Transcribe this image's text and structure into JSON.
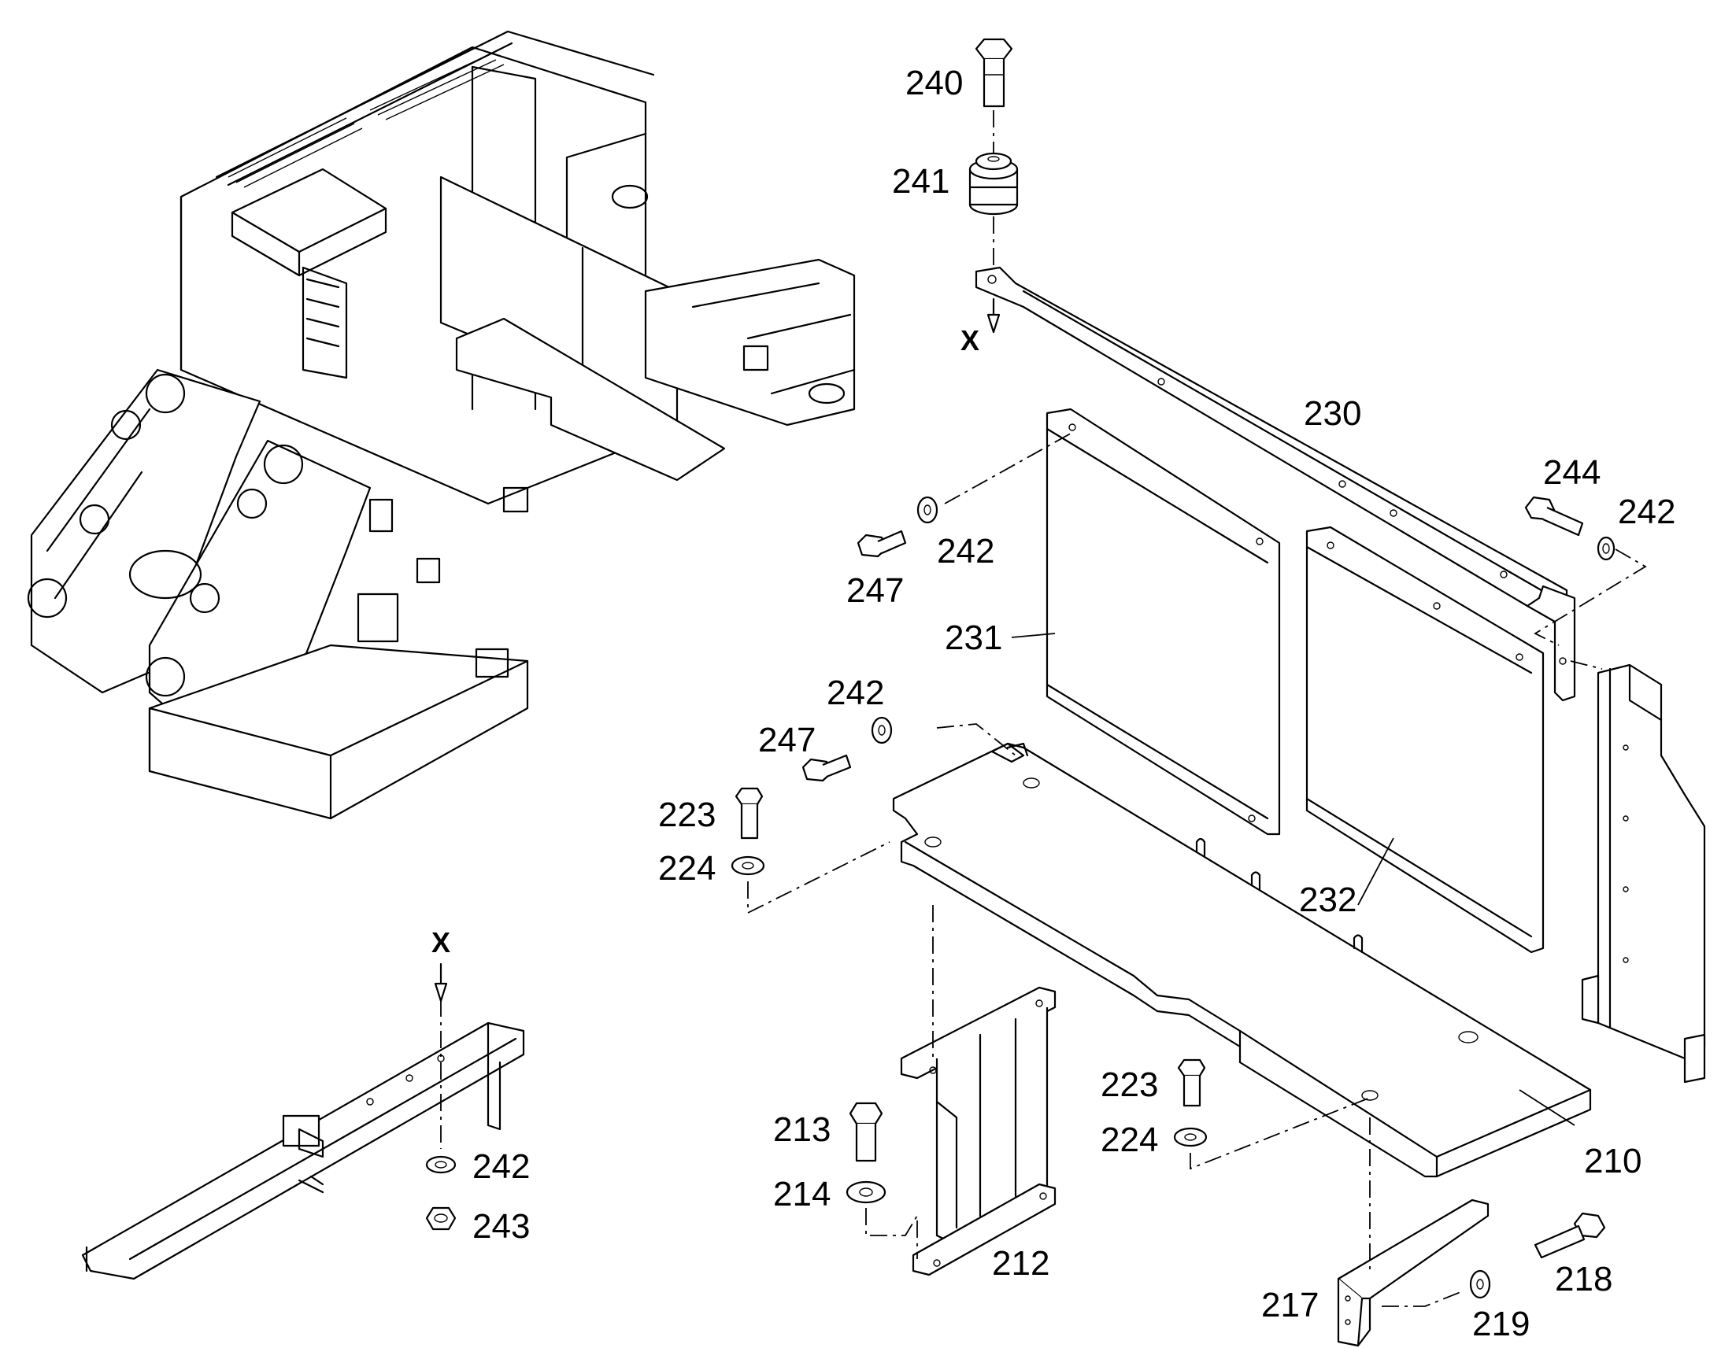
{
  "callouts": {
    "c240": "240",
    "c241": "241",
    "c230": "230",
    "c244": "244",
    "c242a": "242",
    "c242b": "242",
    "c247a": "247",
    "c231": "231",
    "c242c": "242",
    "c247b": "247",
    "c223a": "223",
    "c224a": "224",
    "c232": "232",
    "c223b": "223",
    "c224b": "224",
    "c213": "213",
    "c214": "214",
    "c212": "212",
    "c210": "210",
    "c217": "217",
    "c219": "219",
    "c218": "218",
    "c242d": "242",
    "c243": "243"
  },
  "view_markers": {
    "x_top": "X",
    "x_bottom": "X"
  }
}
